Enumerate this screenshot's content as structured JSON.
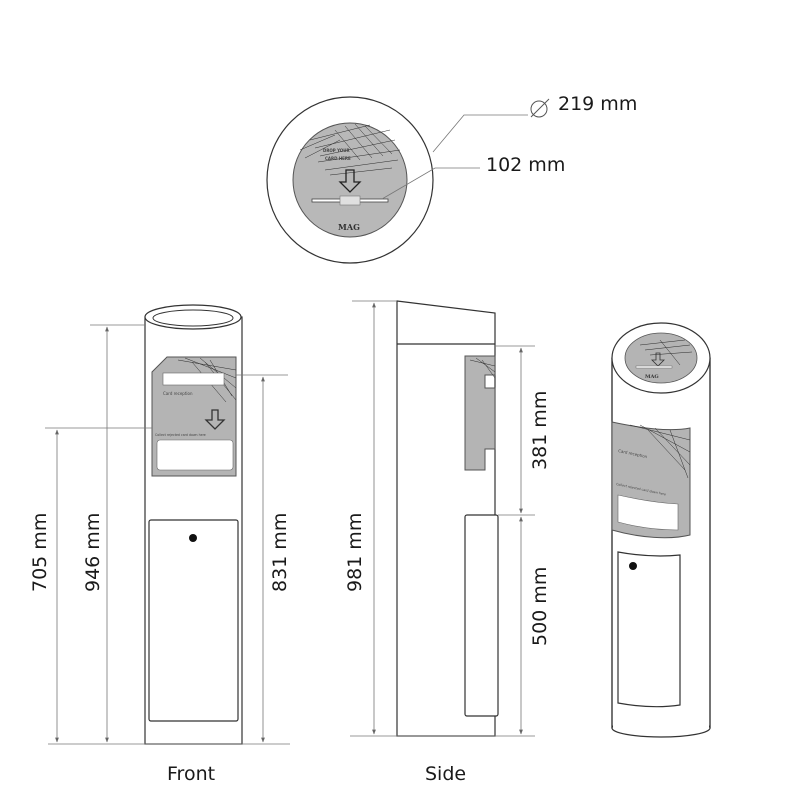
{
  "dimensions": {
    "diameter": "219 mm",
    "slot_width": "102 mm",
    "h705": "705 mm",
    "h946": "946 mm",
    "h831": "831 mm",
    "h981": "981 mm",
    "h381": "381 mm",
    "h500": "500 mm"
  },
  "views": {
    "front": "Front",
    "side": "Side"
  },
  "top_label": {
    "line1": "DROP YOUR",
    "line2": "CARD HERE",
    "brand": "MAG"
  },
  "panel_text": {
    "card_reception": "Card reception",
    "collect_card": "Collect rejected card down here"
  },
  "colors": {
    "outline": "#333333",
    "panel_gray": "#b4b4b4",
    "leader_gray": "#777777"
  }
}
